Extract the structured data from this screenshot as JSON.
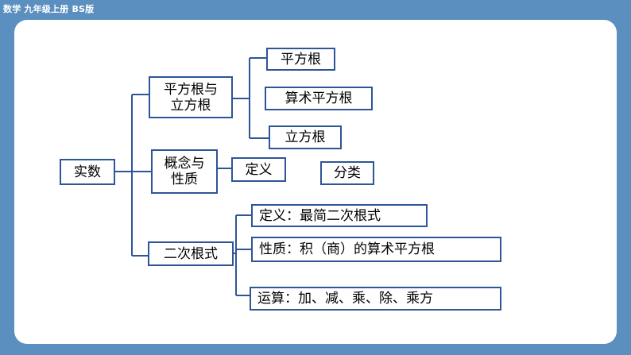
{
  "header": {
    "title": "数学 九年级上册 BS版"
  },
  "diagram": {
    "root": "实数",
    "branch1": {
      "label": "平方根与\n立方根",
      "children": [
        "平方根",
        "算术平方根",
        "立方根"
      ]
    },
    "branch2": {
      "label": "概念与\n性质",
      "children": [
        "定义",
        "分类"
      ]
    },
    "branch3": {
      "label": "二次根式",
      "children": [
        "定义：最简二次根式",
        "性质：积（商）的算术平方根",
        "运算：加、减、乘、除、乘方"
      ]
    }
  },
  "colors": {
    "background": "#5b8fc0",
    "box_border": "#2e5597",
    "card": "#ffffff"
  }
}
